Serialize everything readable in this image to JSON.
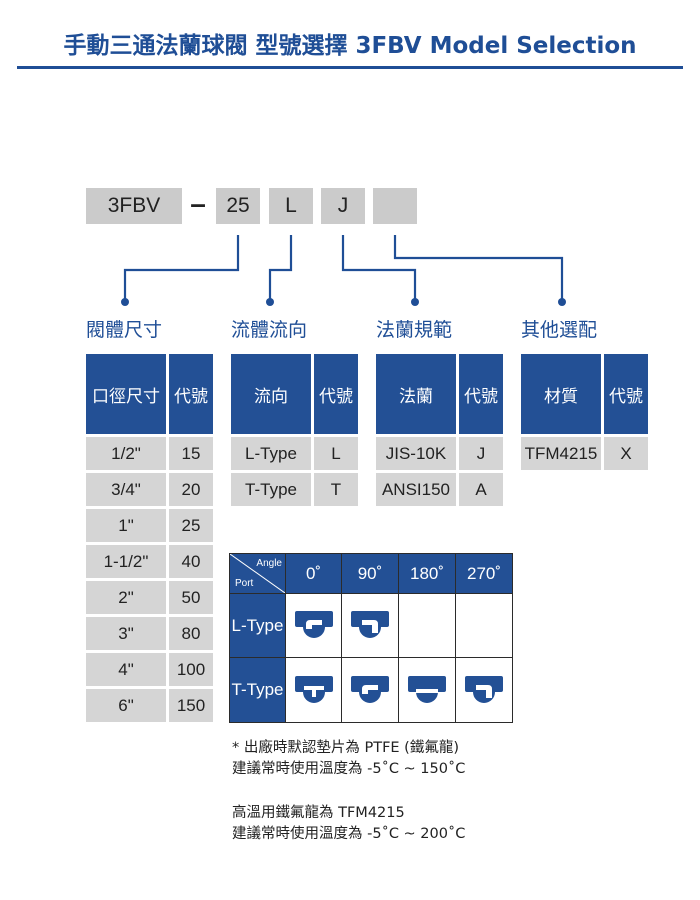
{
  "header": {
    "title": "手動三通法蘭球閥 型號選擇 3FBV Model Selection"
  },
  "model_code": {
    "series": "3FBV",
    "dash": "–",
    "size": "25",
    "flow": "L",
    "flange": "J",
    "other": ""
  },
  "categories": {
    "size": "閥體尺寸",
    "flow": "流體流向",
    "flange": "法蘭規範",
    "other": "其他選配"
  },
  "size_table": {
    "headers": [
      "口徑尺寸",
      "代號"
    ],
    "rows": [
      [
        "1/2\"",
        "15"
      ],
      [
        "3/4\"",
        "20"
      ],
      [
        "1\"",
        "25"
      ],
      [
        "1-1/2\"",
        "40"
      ],
      [
        "2\"",
        "50"
      ],
      [
        "3\"",
        "80"
      ],
      [
        "4\"",
        "100"
      ],
      [
        "6\"",
        "150"
      ]
    ]
  },
  "flow_table": {
    "headers": [
      "流向",
      "代號"
    ],
    "rows": [
      [
        "L-Type",
        "L"
      ],
      [
        "T-Type",
        "T"
      ]
    ]
  },
  "flange_table": {
    "headers": [
      "法蘭",
      "代號"
    ],
    "rows": [
      [
        "JIS-10K",
        "J"
      ],
      [
        "ANSI150",
        "A"
      ]
    ]
  },
  "other_table": {
    "headers": [
      "材質",
      "代號"
    ],
    "rows": [
      [
        "TFM4215",
        "X"
      ]
    ]
  },
  "angle_table": {
    "corner_top": "Angle",
    "corner_bottom": "Port",
    "angles": [
      "0˚",
      "90˚",
      "180˚",
      "270˚"
    ],
    "rows": [
      {
        "label": "L-Type",
        "icons": [
          "valve-L-0-icon",
          "valve-L-90-icon",
          "",
          ""
        ]
      },
      {
        "label": "T-Type",
        "icons": [
          "valve-T-0-icon",
          "valve-T-90-icon",
          "valve-T-180-icon",
          "valve-T-270-icon"
        ]
      }
    ],
    "colors": {
      "header": "#235095",
      "icon": "#235095"
    }
  },
  "notes": [
    "* 出廠時默認墊片為 PTFE (鐵氟龍)",
    "建議常時使用溫度為 -5˚C ~ 150˚C",
    "高溫用鐵氟龍為 TFM4215",
    "建議常時使用溫度為 -5˚C ~ 200˚C"
  ],
  "colors": {
    "brand": "#1f4e96",
    "header_cell": "#235095",
    "data_cell": "#d5d5d5",
    "code_box": "#cbcbcb"
  }
}
